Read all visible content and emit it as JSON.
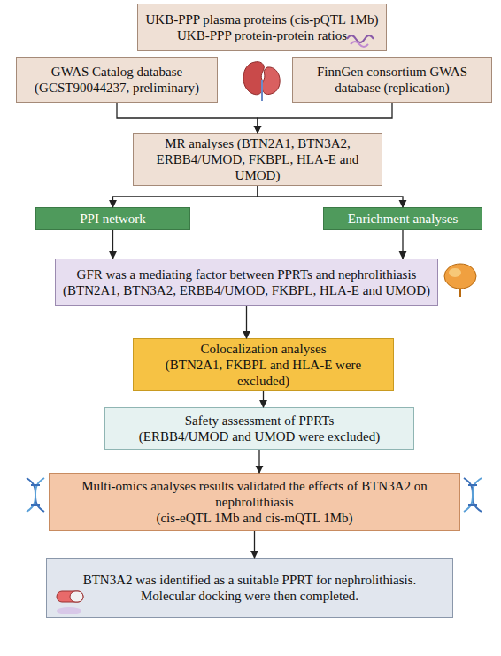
{
  "diagram": {
    "nodes": [
      {
        "text": [
          "UKB-PPP plasma proteins (cis-pQTL 1Mb)",
          "UKB-PPP protein-protein ratios"
        ]
      },
      {
        "text": [
          "GWAS Catalog database (GCST90044237, preliminary)"
        ]
      },
      {
        "text": [
          "FinnGen consortium GWAS database (replication)"
        ]
      },
      {
        "text": [
          "MR analyses (BTN2A1, BTN3A2, ERBB4/UMOD, FKBPL, HLA-E and UMOD)"
        ]
      },
      {
        "text": [
          "PPI network"
        ]
      },
      {
        "text": [
          "Enrichment analyses"
        ]
      },
      {
        "text": [
          "GFR was a mediating factor between PPRTs and nephrolithiasis",
          "(BTN2A1, BTN3A2, ERBB4/UMOD, FKBPL, HLA-E and UMOD)"
        ]
      },
      {
        "text": [
          "Colocalization analyses",
          "(BTN2A1, FKBPL and HLA-E were excluded)"
        ]
      },
      {
        "text": [
          "Safety assessment of PPRTs",
          "(ERBB4/UMOD and UMOD were excluded)"
        ]
      },
      {
        "text": [
          "Multi-omics analyses results validated the effects of BTN3A2 on nephrolithiasis",
          "(cis-eQTL 1Mb and cis-mQTL 1Mb)"
        ]
      },
      {
        "text": [
          "BTN3A2 was identified as a suitable PPRT for nephrolithiasis.",
          "Molecular docking were then completed."
        ]
      }
    ],
    "edges": [
      {
        "from": 1,
        "to": 3,
        "arrow": "to"
      },
      {
        "from": 2,
        "to": 3,
        "arrow": "to"
      },
      {
        "from": 3,
        "to": 4,
        "arrow": "to"
      },
      {
        "from": 3,
        "to": 5,
        "arrow": "to"
      },
      {
        "from": 4,
        "to": 6,
        "arrow": "to"
      },
      {
        "from": 5,
        "to": 6,
        "arrow": "to"
      },
      {
        "from": 6,
        "to": 7,
        "arrow": "to"
      },
      {
        "from": 7,
        "to": 8,
        "arrow": "to"
      },
      {
        "from": 8,
        "to": 9,
        "arrow": "to"
      },
      {
        "from": 9,
        "to": 10,
        "arrow": "to"
      }
    ]
  }
}
